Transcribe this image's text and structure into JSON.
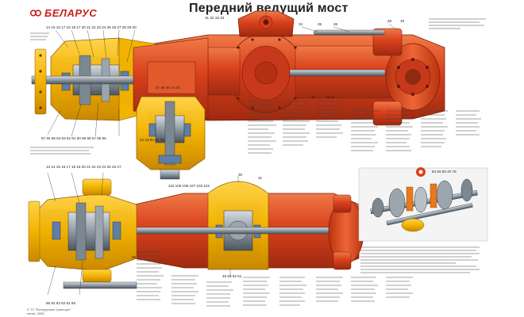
{
  "header": {
    "brand": "БЕЛАРУС",
    "title": "Передний ведущий мост"
  },
  "colors": {
    "body_red": "#d9401c",
    "body_red_dark": "#a82a10",
    "body_red_light": "#ef6a3b",
    "cut_yellow": "#f2b400",
    "cut_yellow_dark": "#c98700",
    "steel_grey": "#8f9aa3",
    "steel_dark": "#4a5560",
    "bearing_blue": "#5d7fa8",
    "leader": "#222222"
  },
  "footer": {
    "text": "© ТС \"Белорусские тракторы\"\nminsk, 2005"
  }
}
